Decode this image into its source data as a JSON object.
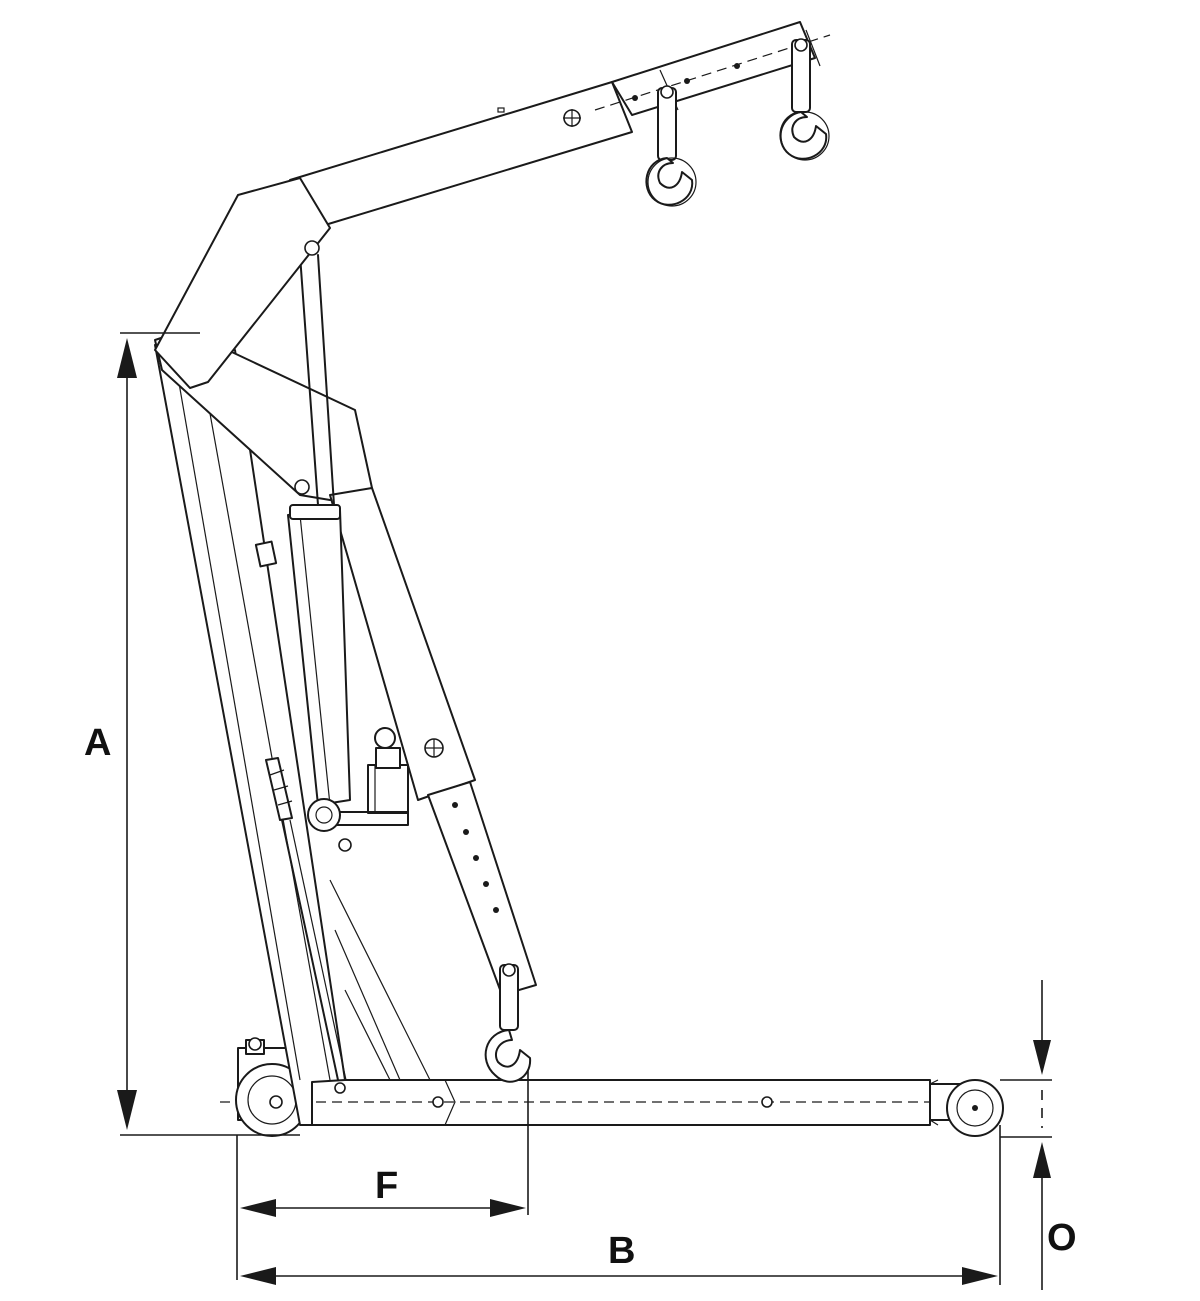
{
  "diagram": {
    "dimensions": {
      "A": "A",
      "B": "B",
      "F": "F",
      "O": "O"
    }
  }
}
